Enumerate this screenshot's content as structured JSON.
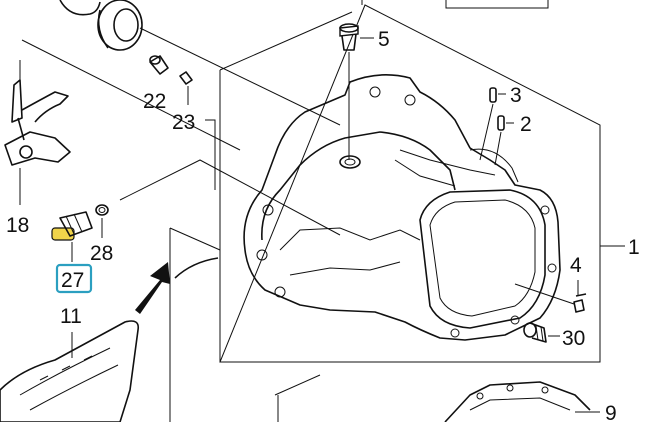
{
  "diagram": {
    "callouts": {
      "c1": "1",
      "c2": "2",
      "c3": "3",
      "c4": "4",
      "c5": "5",
      "c9": "9",
      "c11": "11",
      "c18": "18",
      "c22": "22",
      "c23": "23",
      "c27": "27",
      "c28": "28",
      "c30": "30"
    },
    "highlight_color": "#2b9fc0",
    "sensor_color": "#f0d44a"
  }
}
